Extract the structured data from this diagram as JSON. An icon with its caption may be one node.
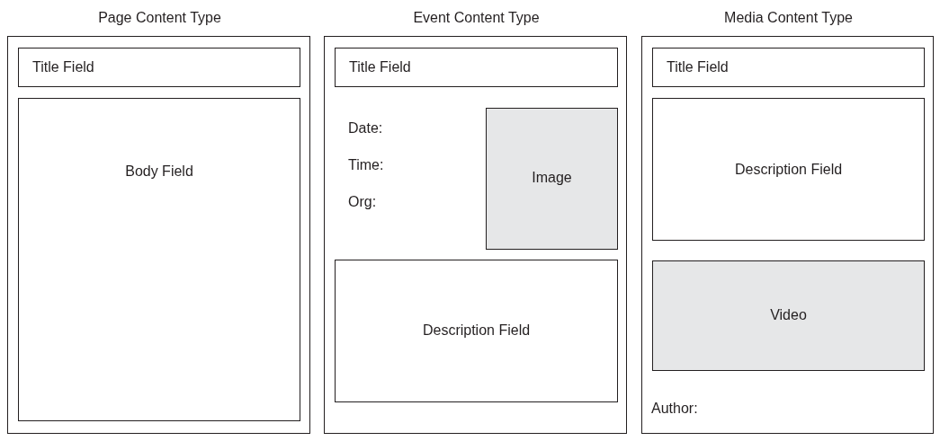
{
  "diagram": {
    "nodes": [
      {
        "text": [
          "Page Content Type"
        ]
      },
      {
        "text": [
          "Title Field"
        ],
        "in": 0
      },
      {
        "text": [
          "Body Field"
        ],
        "in": 0
      },
      {
        "text": [
          "Event Content Type"
        ]
      },
      {
        "text": [
          "Title Field"
        ],
        "in": 3
      },
      {
        "text": [
          "Image"
        ],
        "in": 3
      },
      {
        "text": [
          "Description Field"
        ],
        "in": 3
      },
      {
        "text": [
          "Media Content Type"
        ]
      },
      {
        "text": [
          "Title Field"
        ],
        "in": 7
      },
      {
        "text": [
          "Description Field"
        ],
        "in": 7
      },
      {
        "text": [
          "Video"
        ],
        "in": 7
      }
    ],
    "labels": [
      "Date:",
      "Time:",
      "Org:",
      "Author:"
    ]
  }
}
